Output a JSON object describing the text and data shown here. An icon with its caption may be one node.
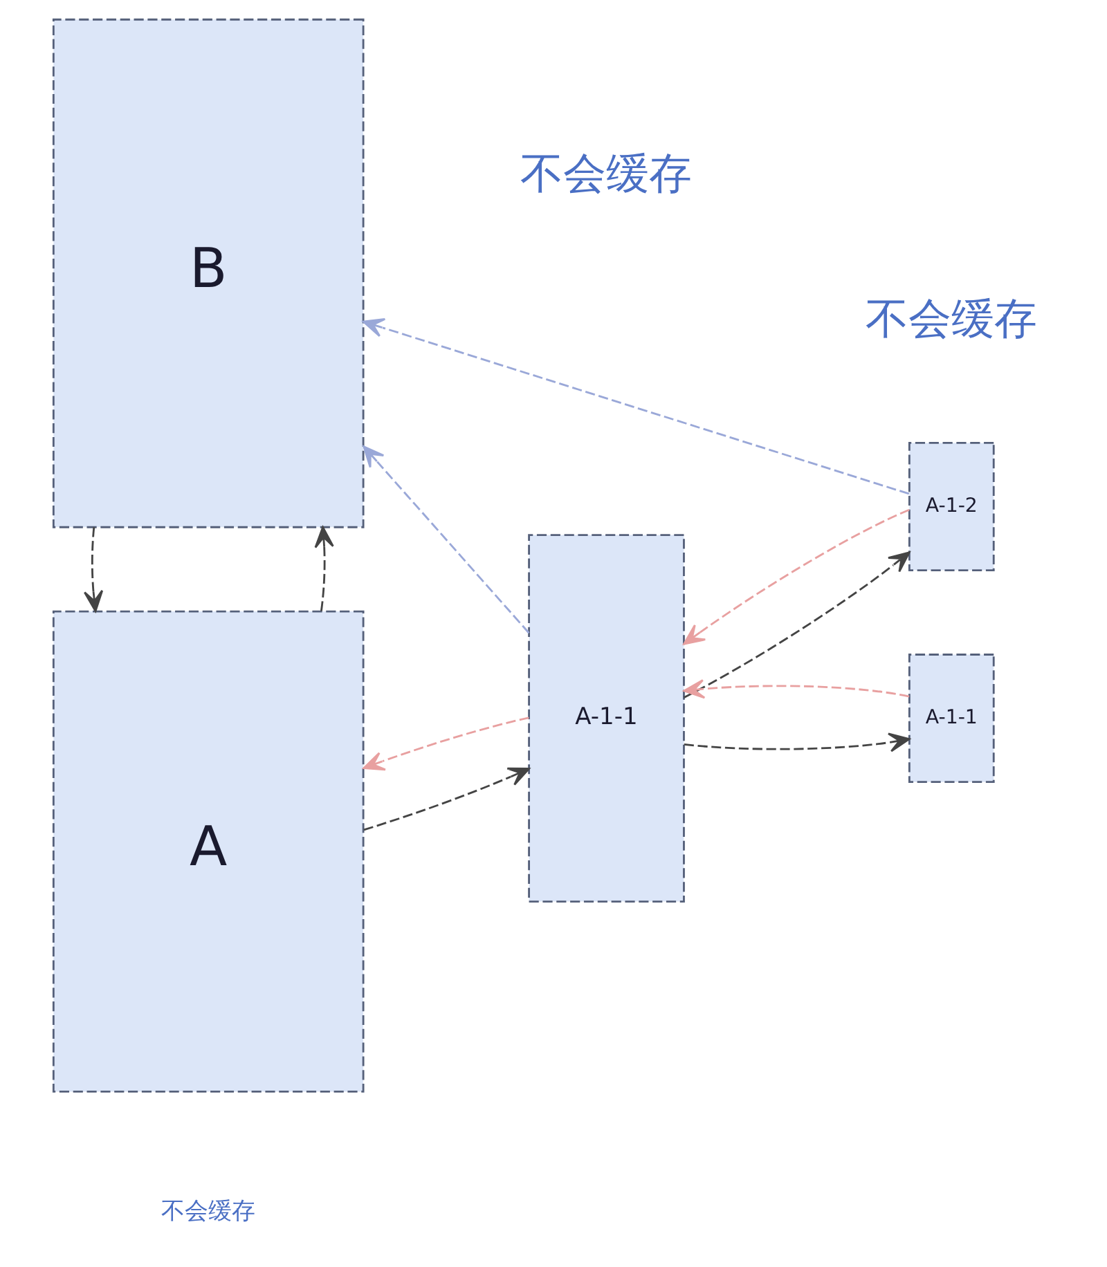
{
  "diagram": {
    "nodes": [
      {
        "text": [
          "A"
        ]
      },
      {
        "text": [
          "B"
        ]
      },
      {
        "text": [
          "A-1-1"
        ]
      },
      {
        "text": [
          "A-1-1"
        ]
      },
      {
        "text": [
          "A-1-2"
        ]
      }
    ],
    "edges": [
      {
        "from": 0,
        "to": 2,
        "arrow": "to",
        "style": "dashed"
      },
      {
        "from": 2,
        "to": 0,
        "arrow": "to",
        "style": "dashed",
        "color": "#e8a0a0"
      },
      {
        "from": 2,
        "to": 3,
        "arrow": "to",
        "style": "dashed"
      },
      {
        "from": 3,
        "to": 2,
        "arrow": "to",
        "style": "dashed",
        "color": "#e8a0a0"
      },
      {
        "from": 2,
        "to": 4,
        "arrow": "to",
        "style": "dashed"
      },
      {
        "from": 4,
        "to": 2,
        "arrow": "to",
        "style": "dashed",
        "color": "#e8a0a0"
      },
      {
        "from": 0,
        "to": 1,
        "arrow": "to",
        "style": "dashed"
      },
      {
        "from": 1,
        "to": 0,
        "arrow": "to",
        "style": "dashed"
      },
      {
        "from": 2,
        "to": 1,
        "arrow": "to",
        "style": "dashed",
        "color": "#9aa8d8"
      },
      {
        "from": 4,
        "to": 1,
        "arrow": "to",
        "style": "dashed",
        "color": "#9aa8d8"
      }
    ],
    "labels": [
      "不会缓存",
      "不会缓存",
      "不会缓存"
    ]
  }
}
